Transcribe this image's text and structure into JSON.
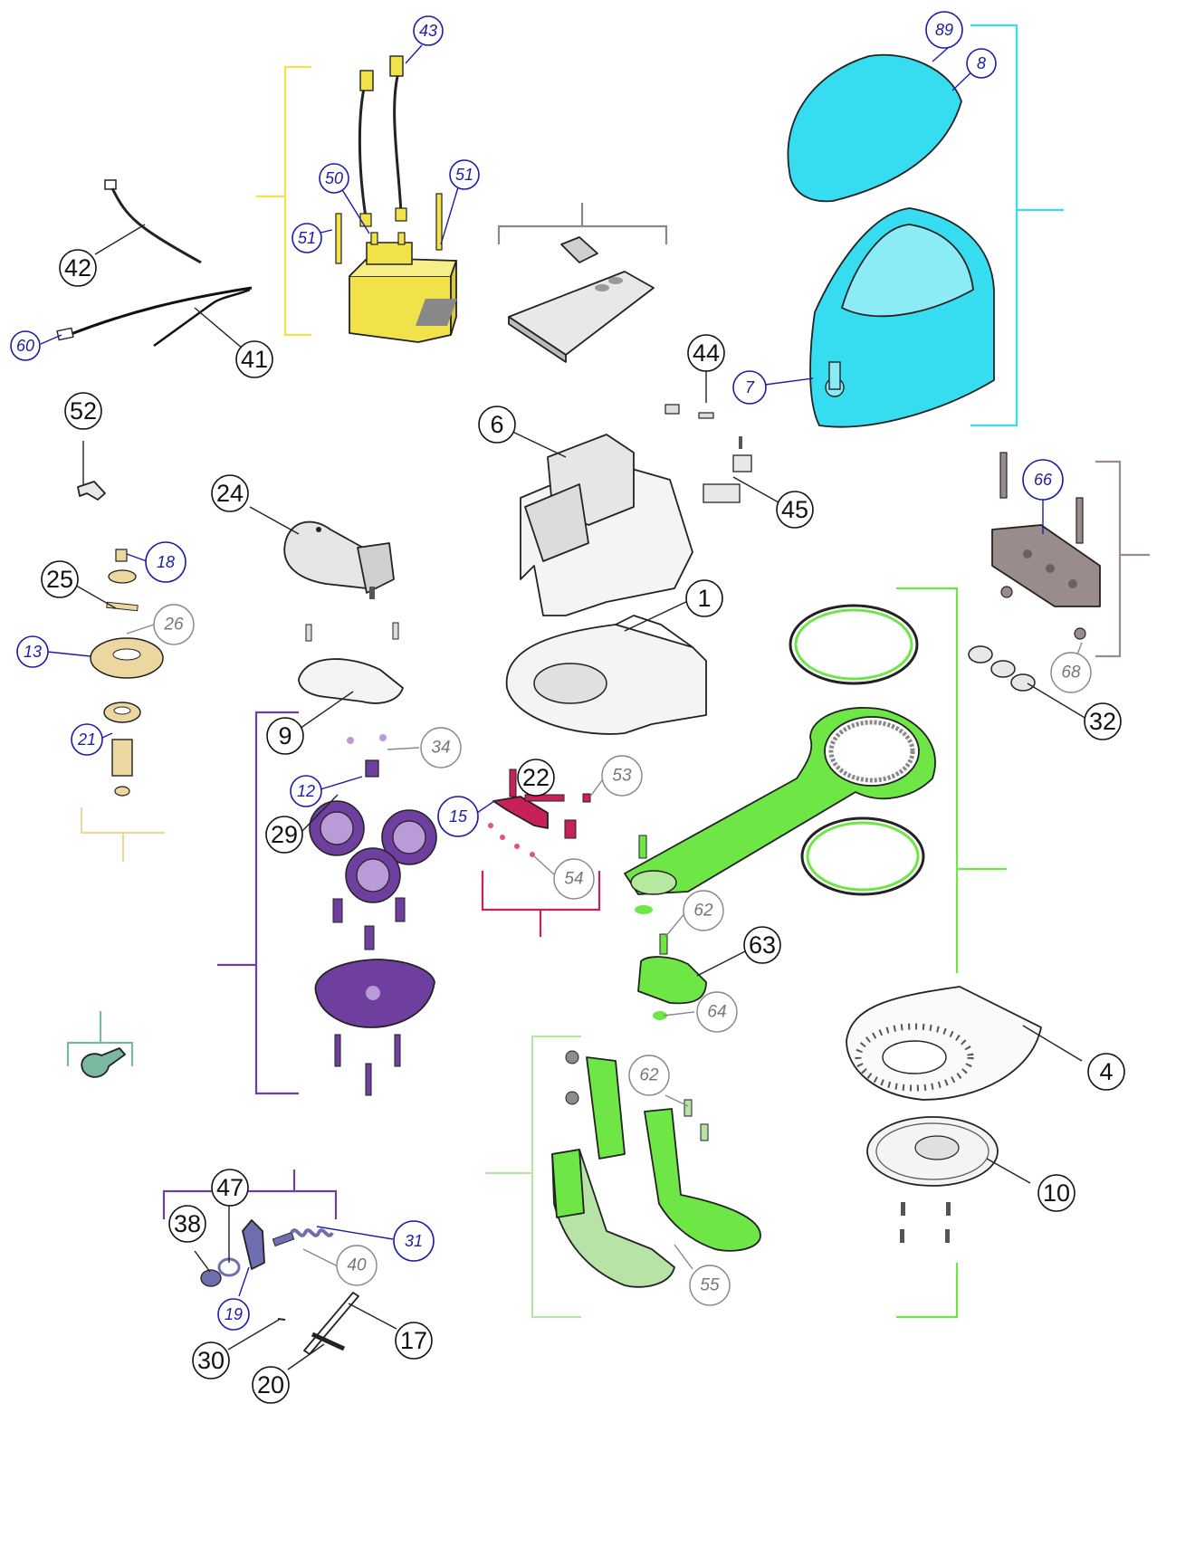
{
  "colors": {
    "yellow": "#f2e24a",
    "cyan": "#36dcf0",
    "green": "#6ee646",
    "light_green": "#b7e3a6",
    "purple": "#6f3fa0",
    "red": "#c8215a",
    "tan": "#ecd7a0",
    "teal": "#7ab9a0",
    "taupe": "#9b8c8c",
    "blue_label": "#1c1ca8",
    "gray_label": "#777777"
  },
  "callouts": {
    "c1": "1",
    "c4": "4",
    "c6": "6",
    "c7": "7",
    "c8": "8",
    "c9": "9",
    "c10": "10",
    "c12": "12",
    "c13": "13",
    "c15": "15",
    "c17": "17",
    "c18": "18",
    "c19": "19",
    "c20": "20",
    "c21": "21",
    "c22": "22",
    "c24": "24",
    "c25": "25",
    "c26": "26",
    "c29": "29",
    "c30": "30",
    "c31": "31",
    "c32": "32",
    "c34": "34",
    "c38": "38",
    "c40": "40",
    "c41": "41",
    "c42": "42",
    "c43": "43",
    "c44": "44",
    "c45": "45",
    "c47": "47",
    "c50": "50",
    "c51a": "51",
    "c51b": "51",
    "c52": "52",
    "c53": "53",
    "c54": "54",
    "c55": "55",
    "c60": "60",
    "c62a": "62",
    "c62b": "62",
    "c63": "63",
    "c64": "64",
    "c66": "66",
    "c68": "68",
    "c89": "89"
  }
}
